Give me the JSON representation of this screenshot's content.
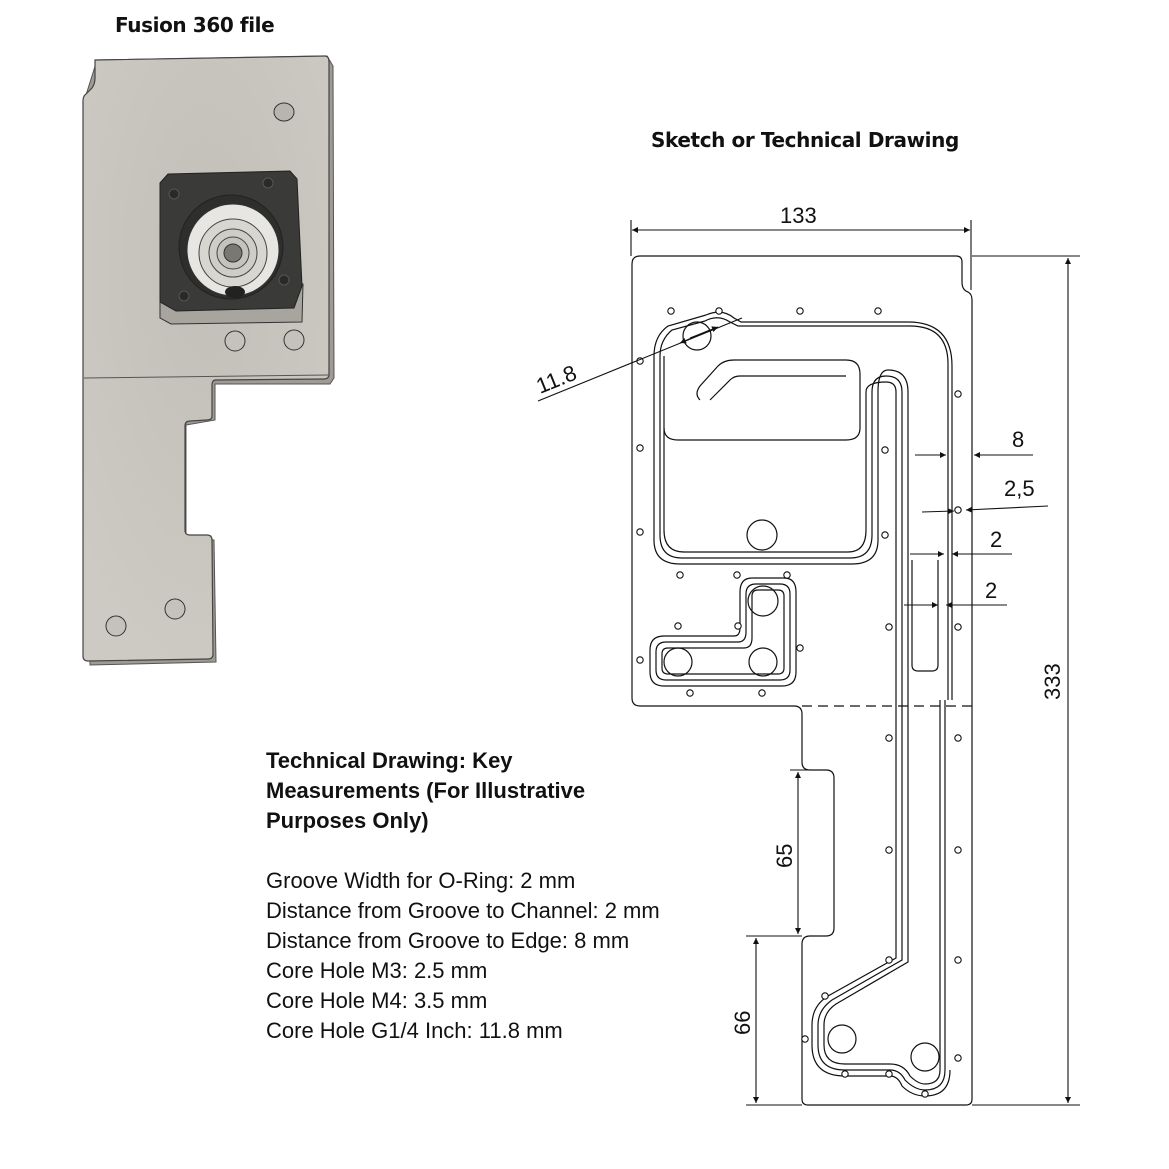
{
  "titles": {
    "fusion": "Fusion 360 file",
    "sketch": "Sketch or Technical Drawing"
  },
  "dimensions": {
    "width": "133",
    "height": "333",
    "port_diameter": "11.8",
    "groove_to_edge": "8",
    "core_hole_m3": "2,5",
    "groove_width": "2",
    "groove_to_channel": "2",
    "cutout_length": "65",
    "lower_length": "66"
  },
  "notes": {
    "heading_lines": [
      "Technical Drawing: Key",
      "Measurements (For Illustrative",
      "Purposes Only)"
    ],
    "specs": [
      "Groove Width for O-Ring: 2 mm",
      "Distance from Groove to Channel: 2 mm",
      "Distance from Groove to Edge: 8 mm",
      "Core Hole M3: 2.5 mm",
      "Core Hole M4: 3.5 mm",
      "Core Hole G1/4 Inch: 11.8 mm"
    ]
  },
  "colors": {
    "plate": "#cbc8c1",
    "pump_body": "#3a3a38",
    "line": "#111111"
  }
}
